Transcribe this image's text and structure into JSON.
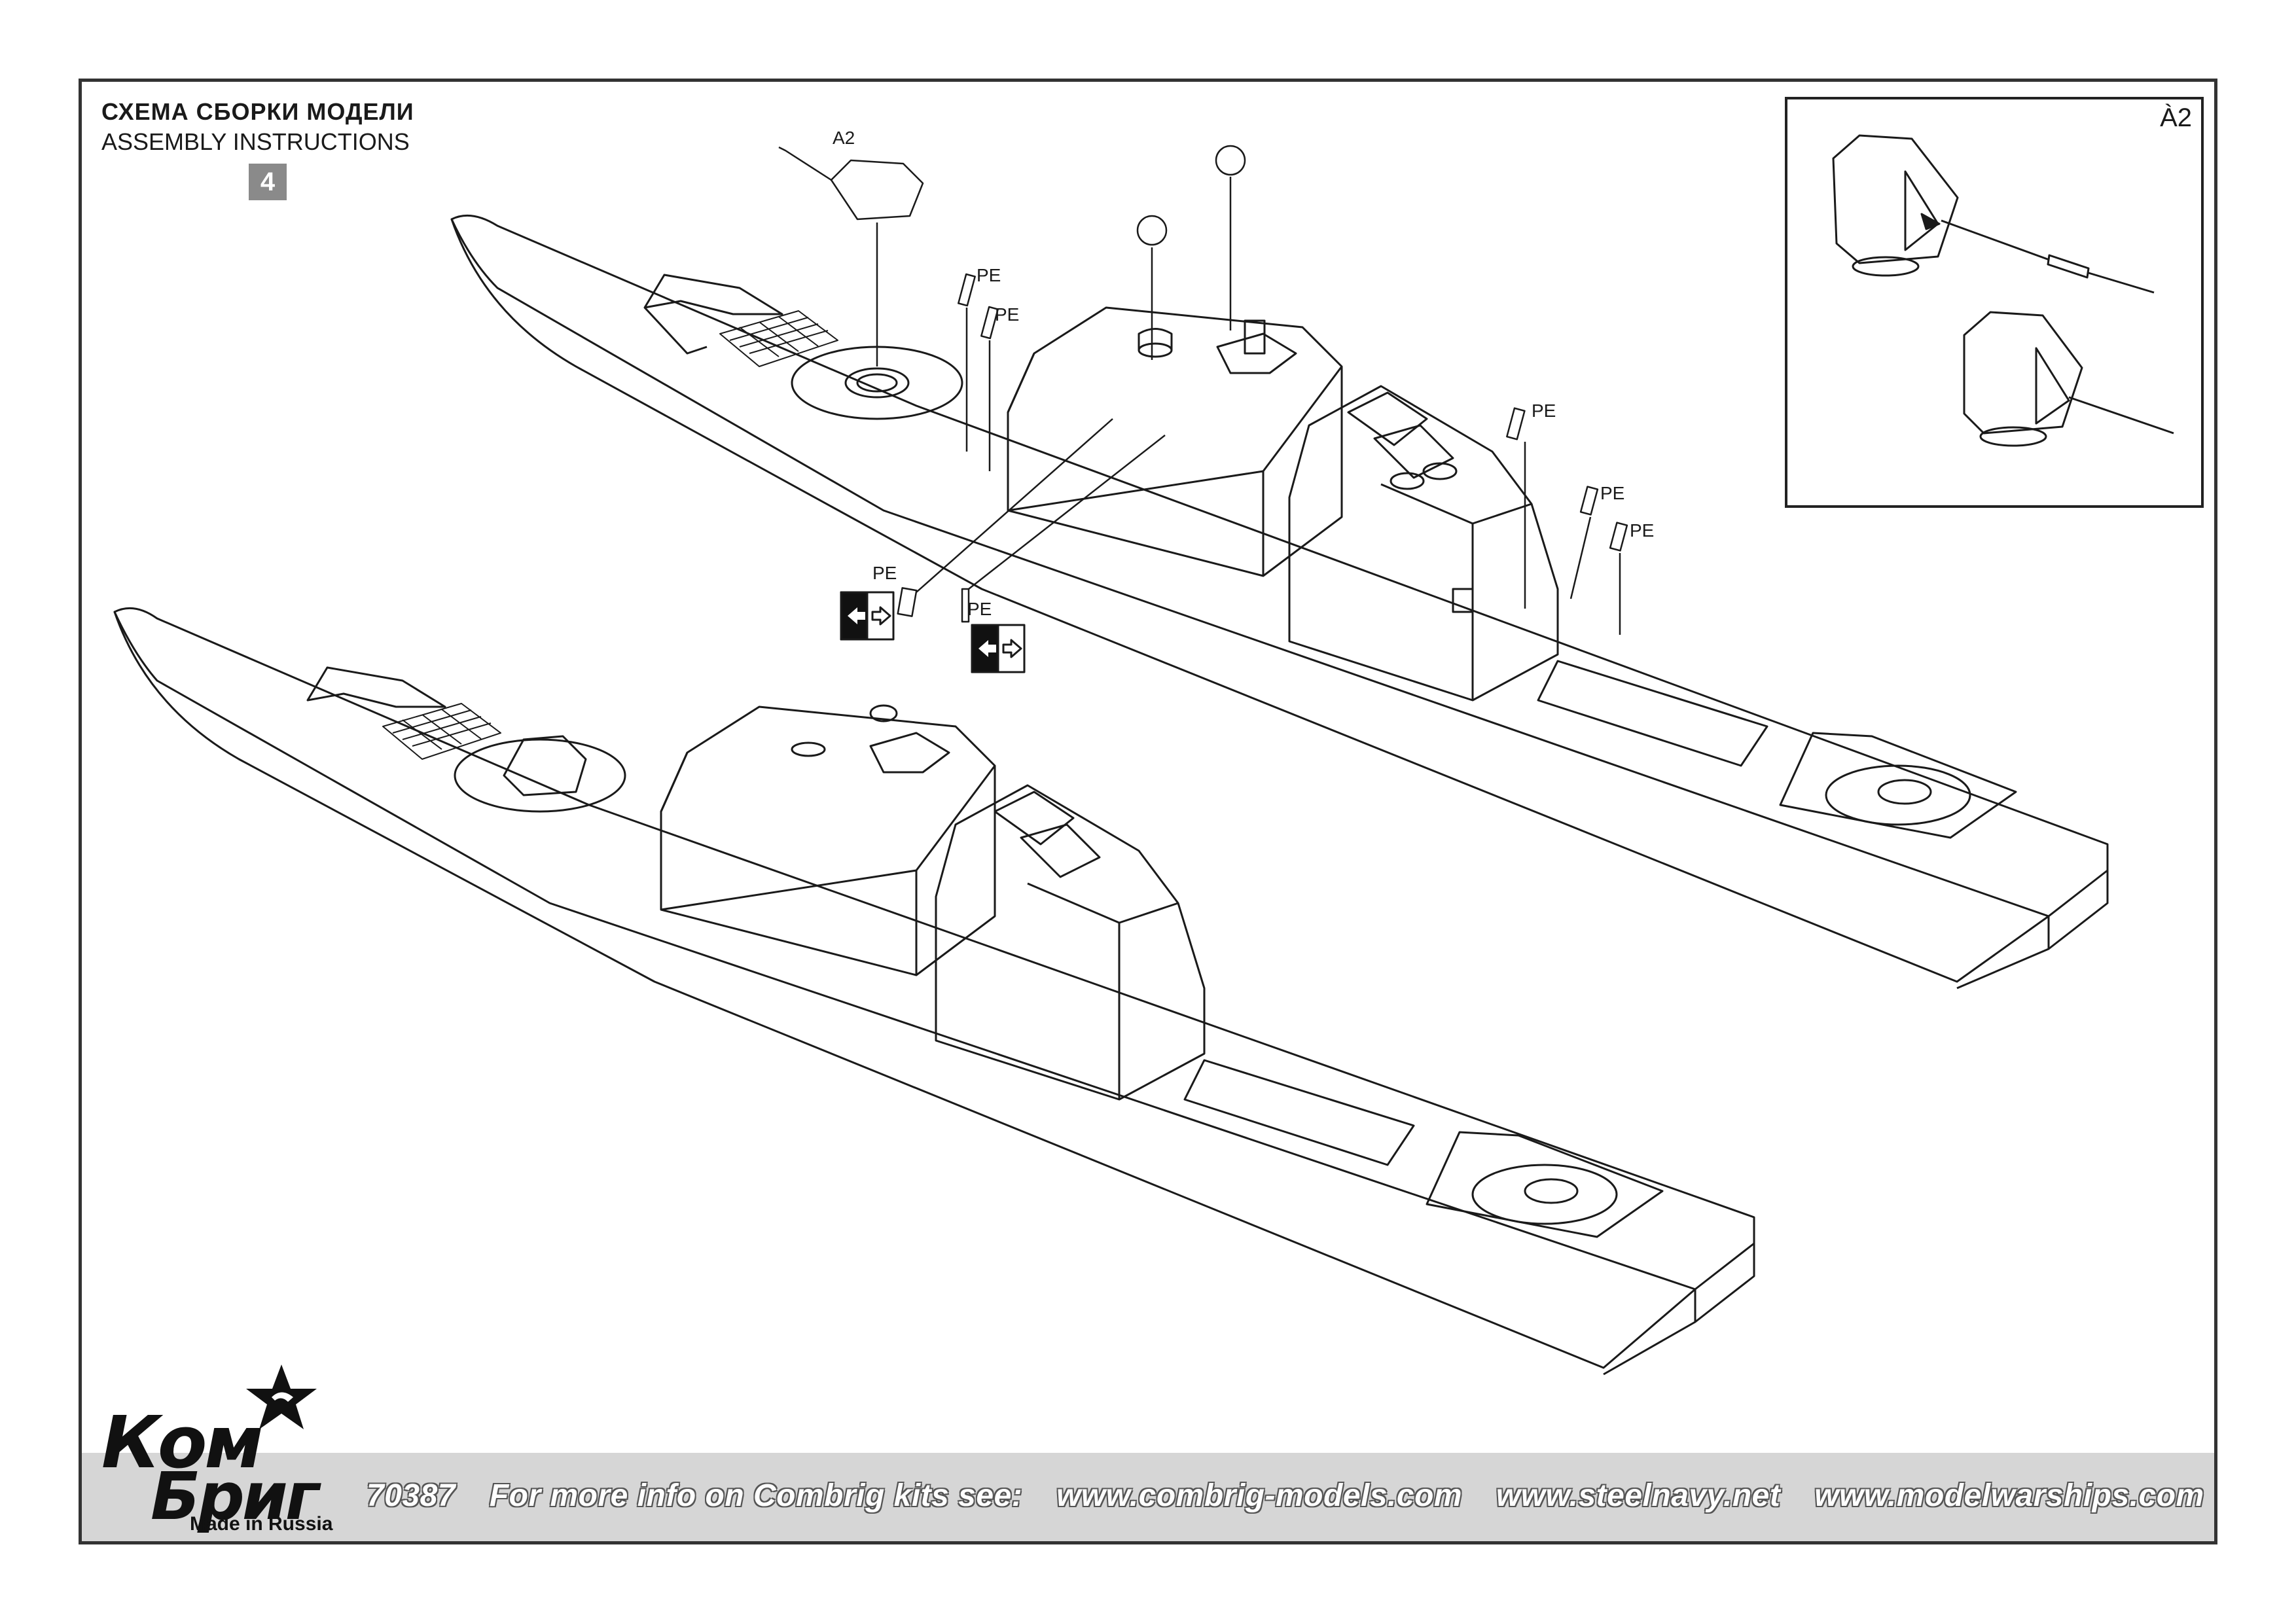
{
  "header": {
    "title_ru": "СХЕМА СБОРКИ МОДЕЛИ",
    "title_en": "ASSEMBLY INSTRUCTIONS",
    "step": "4"
  },
  "inset": {
    "label": "À2"
  },
  "callouts": {
    "a2": "A2",
    "pe": "PE"
  },
  "footer": {
    "kit_number": "70387",
    "info": "For more info on Combrig kits see:",
    "sites": [
      "www.combrig-models.com",
      "www.steelnavy.net",
      "www.modelwarships.com"
    ]
  },
  "logo": {
    "line1": "Ком",
    "line2": "Бриг",
    "made_in": "Made in Russia"
  },
  "colors": {
    "line": "#1a1a1a",
    "footer_band": "#d6d6d6",
    "badge": "#8a8a8a"
  }
}
